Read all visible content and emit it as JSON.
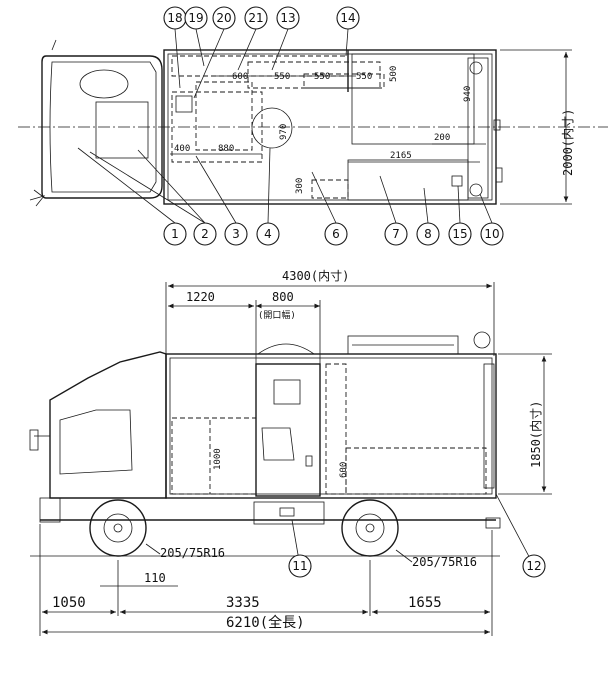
{
  "plan_view": {
    "callouts_top": [
      "18",
      "19",
      "20",
      "21",
      "13",
      "14"
    ],
    "callouts_bottom": [
      "1",
      "2",
      "3",
      "4",
      "6",
      "7",
      "8",
      "15",
      "10"
    ],
    "dims": {
      "d600": "600",
      "d550a": "550",
      "d550b": "550",
      "d550c": "550",
      "d500": "500",
      "d940": "940",
      "d200": "200",
      "d400": "400",
      "d880": "880",
      "d970": "970",
      "d2165": "2165",
      "d300": "300",
      "width_inner": "2000(内寸)"
    }
  },
  "side_view": {
    "callouts": [
      "11",
      "12"
    ],
    "dims": {
      "inner_length": "4300(内寸)",
      "d1220": "1220",
      "d800": "800",
      "opening": "(開口幅)",
      "d1000": "1000",
      "d600": "600",
      "height_inner": "1850(内寸)",
      "tire_front": "205/75R16",
      "tire_rear": "205/75R16",
      "d110": "110",
      "front_overhang": "1050",
      "wheelbase": "3335",
      "rear_overhang": "1655",
      "overall_length": "6210(全長)"
    }
  }
}
